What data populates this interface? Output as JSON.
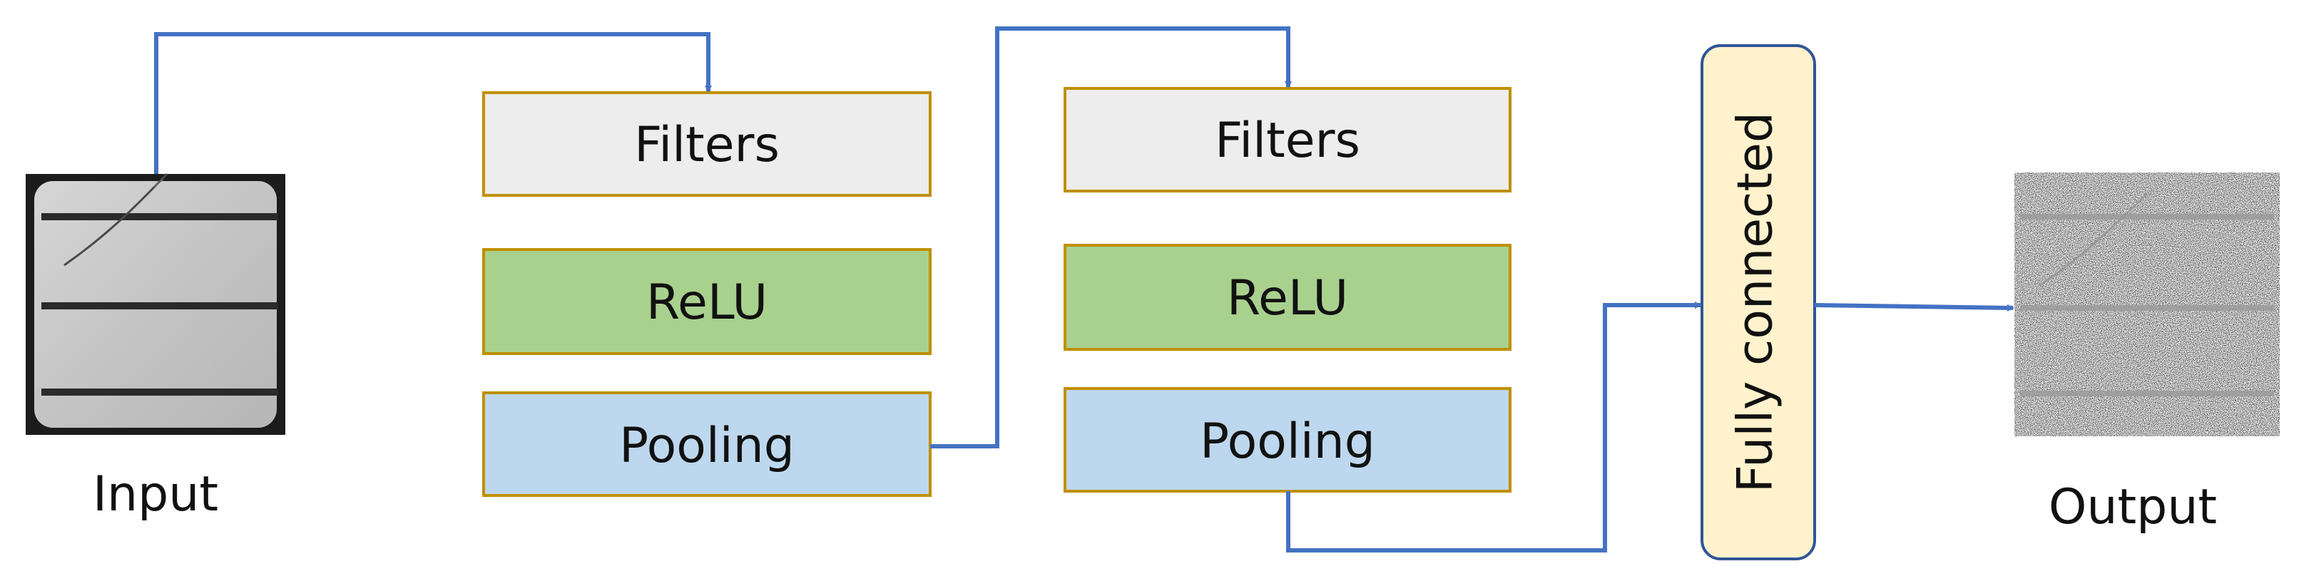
{
  "input_label": "Input",
  "output_label": "Output",
  "blocks": [
    {
      "filters": "Filters",
      "relu": "ReLU",
      "pooling": "Pooling"
    },
    {
      "filters": "Filters",
      "relu": "ReLU",
      "pooling": "Pooling"
    }
  ],
  "fully_connected_label": "Fully connected",
  "colors": {
    "arrow": "#4472C4",
    "box_border": "#BF9000",
    "filters_fill": "#EDEDED",
    "relu_fill": "#A9D18E",
    "pooling_fill": "#BDD7EE",
    "fc_fill": "#FFF2CC",
    "fc_border": "#2F5597"
  }
}
